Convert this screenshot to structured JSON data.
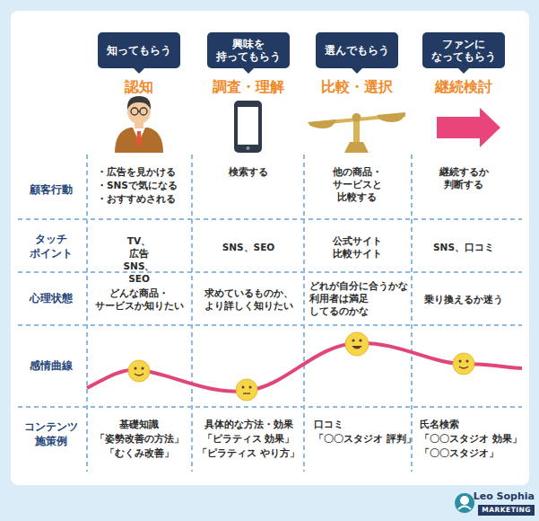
{
  "diagram": {
    "nodes": [
      {
        "text": [
          "知ってもらう"
        ]
      },
      {
        "text": [
          "興味を 持ってもらう"
        ]
      },
      {
        "text": [
          "選んでもらう"
        ]
      },
      {
        "text": [
          "ファンに なってもらう"
        ]
      }
    ],
    "labels": [
      "認知",
      "調査・理解",
      "比較・選択",
      "継続検討",
      "顧客行動",
      "タッチ ポイント",
      "心理状態",
      "感情曲線",
      "コンテンツ 施策例",
      "・広告を見かける",
      "・SNSで気になる",
      "・おすすめされる",
      "検索する",
      "他の商品・ サービスと 比較する",
      "継続するか 判断する",
      "TV、広告 SNS、SEO",
      "SNS、SEO",
      "公式サイト 比較サイト",
      "SNS、口コミ",
      "どんな商品・ サービスか知りたい",
      "求めているものか、 より詳しく知りたい",
      "どれが自分に合うかな 利用者は満足 してるのかな",
      "乗り換えるか迷う",
      "基礎知識",
      "「姿勢改善の方法」",
      "「むくみ改善」",
      "具体的な方法・効果",
      "「ピラティス 効果」",
      "「ピラティス やり方」",
      "口コミ",
      "「〇〇スタジオ 評判」",
      "氏名検索",
      "「〇〇スタジオ 効果」",
      "「〇〇スタジオ」",
      "Leo Sophia",
      "MARKETING"
    ]
  }
}
